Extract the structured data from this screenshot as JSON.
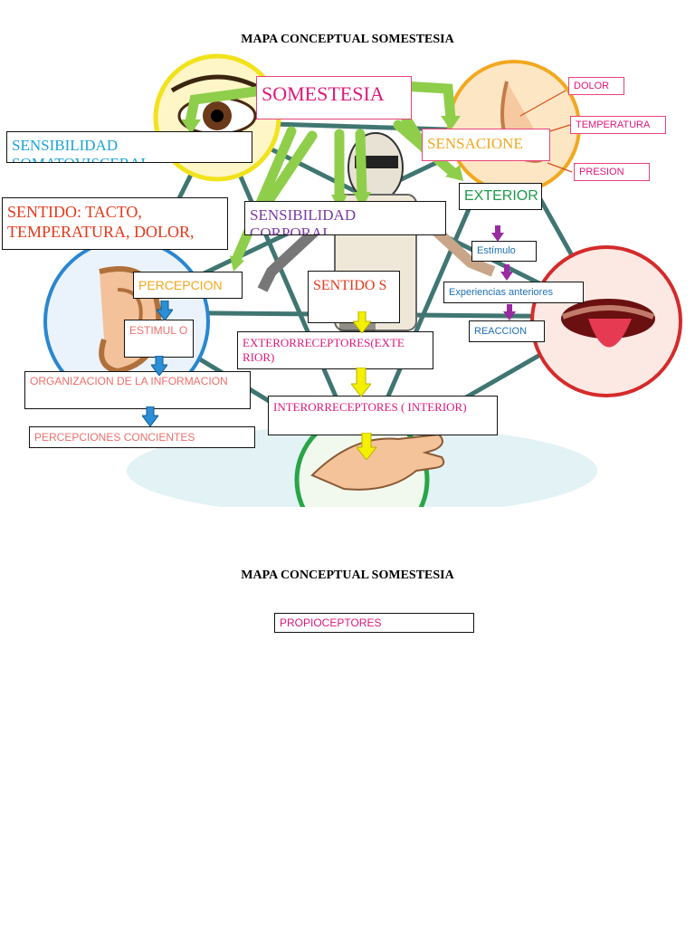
{
  "page": {
    "title_top": "MAPA CONCEPTUAL SOMESTESIA",
    "title_bottom": "MAPA CONCEPTUAL SOMESTESIA"
  },
  "nodes": {
    "somestesia": "SOMESTESIA",
    "sensibilidad_somatoviceral": "SENSIBILIDAD SOMATOVISCERAL",
    "sentido": "SENTIDO: TACTO, TEMPERATURA, DOLOR,",
    "sensibilidad_corporal": "SENSIBILIDAD CORPORAL",
    "sensaciones": "SENSACIONE",
    "exterior": "EXTERIOR",
    "estimulo_right": "Estímulo",
    "experiencias": "Experiencias anteriores",
    "reaccion": "REACCION",
    "dolor": "DOLOR",
    "temperatura": "TEMPERATURA",
    "presion": "PRESION",
    "percepcion": "PERCEPCION",
    "estimulo_left": "ESTIMUL O",
    "organizacion": "ORGANIZACION DE LA INFORMACION",
    "percepciones": "PERCEPCIONES CONCIENTES",
    "sentidos": "SENTIDO S",
    "exterorreceptores": "EXTERORRECEPTORES(EXTE RIOR)",
    "interorreceptores": "INTERORRECEPTORES ( INTERIOR)",
    "propioceptores": "PROPIOCEPTORES"
  },
  "colors": {
    "magenta": "#e0187a",
    "cyan": "#1aa3d6",
    "red": "#e5391c",
    "purple": "#7a3aa3",
    "orange": "#f2a81e",
    "green": "#1f9a4a",
    "blue": "#1d6fb8",
    "salmon": "#ef6f6c",
    "yellow_arrow": "#f4f000",
    "blue_arrow": "#2a8fd6",
    "purple_arrow": "#9a2aa0",
    "green_arrow": "#8fce4a"
  }
}
